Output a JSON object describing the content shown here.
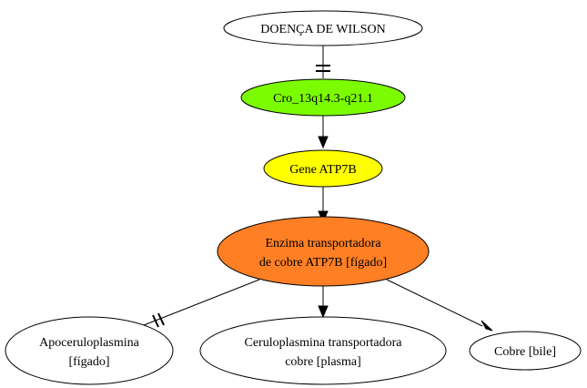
{
  "nodes": {
    "wilson": {
      "lines": [
        "DOENÇA DE WILSON"
      ],
      "fill": "#ffffff"
    },
    "chromosome": {
      "lines": [
        "Cro_13q14.3-q21.1"
      ],
      "fill": "#7cfc00"
    },
    "gene": {
      "lines": [
        "Gene ATP7B"
      ],
      "fill": "#ffff00"
    },
    "enzyme": {
      "lines": [
        "Enzima transportadora",
        "de cobre ATP7B [fígado]"
      ],
      "fill": "#ff7f24"
    },
    "apoceruloplasmin": {
      "lines": [
        "Apoceruloplasmina",
        "[fígado]"
      ],
      "fill": "#ffffff"
    },
    "ceruloplasmin": {
      "lines": [
        "Ceruloplasmina transportadora",
        "cobre [plasma]"
      ],
      "fill": "#ffffff"
    },
    "copper_bile": {
      "lines": [
        "Cobre [bile]"
      ],
      "fill": "#ffffff"
    }
  },
  "edges": [
    {
      "from": "wilson",
      "to": "chromosome",
      "head": "tee"
    },
    {
      "from": "chromosome",
      "to": "gene",
      "head": "arrow"
    },
    {
      "from": "gene",
      "to": "enzyme",
      "head": "arrow"
    },
    {
      "from": "enzyme",
      "to": "apoceruloplasmin",
      "head": "tee"
    },
    {
      "from": "enzyme",
      "to": "ceruloplasmin",
      "head": "arrow"
    },
    {
      "from": "enzyme",
      "to": "copper_bile",
      "head": "arrow"
    }
  ]
}
